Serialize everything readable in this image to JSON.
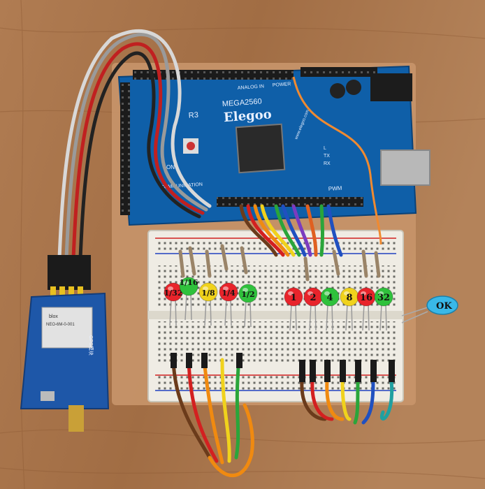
{
  "board": {
    "brand": "Elegoo",
    "model": "MEGA2560",
    "revision": "R3",
    "on_label": "ON",
    "pwm_label": "PWM",
    "tx_label": "TX",
    "rx_label": "RX",
    "l_label": "L",
    "communication_label": "COMMUNICATION",
    "analog_label": "ANALOG IN",
    "power_label": "POWER",
    "website": "www.elegoo.com"
  },
  "gps_module": {
    "brand": "blox",
    "model": "NEO-6M-0-001",
    "side_label": "GPS模块"
  },
  "leds": [
    {
      "label": "1/32",
      "color": "#e8242b"
    },
    {
      "label": "1/16",
      "color": "#2fc13c"
    },
    {
      "label": "1/8",
      "color": "#f0d21c"
    },
    {
      "label": "1/4",
      "color": "#e8242b"
    },
    {
      "label": "1/2",
      "color": "#2fc13c"
    },
    {
      "label": "1",
      "color": "#e8242b"
    },
    {
      "label": "2",
      "color": "#e8242b"
    },
    {
      "label": "4",
      "color": "#2fc13c"
    },
    {
      "label": "8",
      "color": "#f0d21c"
    },
    {
      "label": "16",
      "color": "#e8242b"
    },
    {
      "label": "32",
      "color": "#2fc13c"
    }
  ],
  "ok_led": {
    "label": "OK",
    "color": "#39b8e8"
  },
  "colors": {
    "wood": "#a8744a",
    "board_blue": "#0f5fa8",
    "breadboard": "#efece4"
  }
}
